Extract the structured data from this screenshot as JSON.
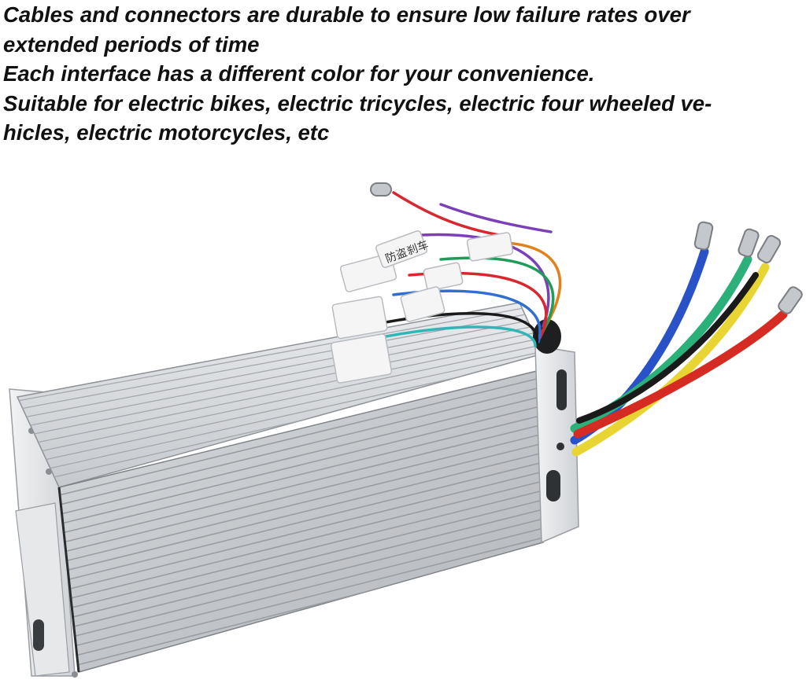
{
  "caption": {
    "lines": [
      "Cables and connectors are durable to ensure low failure rates over",
      "extended periods of time",
      "Each interface has a different color for your convenience.",
      "Suitable for electric bikes, electric tricycles, electric four wheeled ve-",
      "hicles, electric motorcycles, etc"
    ]
  },
  "product": {
    "label_text_1": "防盗",
    "label_text_2": "刹车"
  },
  "colors": {
    "background": "#ffffff",
    "text": "#111111",
    "housing": "#c9ccd0",
    "wire_blue": "#2a52c8",
    "wire_green": "#2bb07a",
    "wire_yellow": "#e8d534",
    "wire_red": "#d62b22",
    "wire_black": "#1a1a1a"
  },
  "icons": [
    "controller-photo"
  ]
}
